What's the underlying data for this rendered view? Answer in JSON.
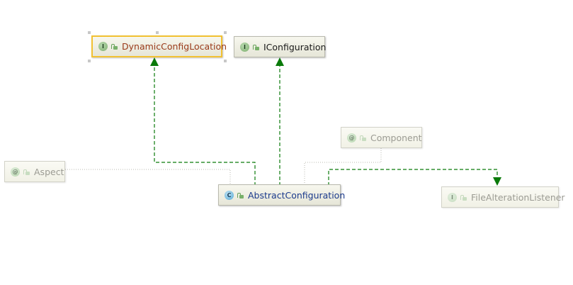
{
  "diagram": {
    "nodes": {
      "dynamic_config_location": {
        "kind": "interface",
        "badge": "I",
        "label": "DynamicConfigLocation",
        "selected": true
      },
      "iconfiguration": {
        "kind": "interface",
        "badge": "I",
        "label": "IConfiguration"
      },
      "component": {
        "kind": "annotation",
        "badge": "@",
        "label": "Component"
      },
      "aspect": {
        "kind": "annotation",
        "badge": "@",
        "label": "Aspect"
      },
      "abstract_configuration": {
        "kind": "class",
        "badge": "C",
        "label": "AbstractConfiguration"
      },
      "file_alteration_listener": {
        "kind": "interface",
        "badge": "I",
        "label": "FileAlterationListener"
      }
    },
    "edges": [
      {
        "from": "abstract_configuration",
        "to": "dynamic_config_location",
        "style": "implements"
      },
      {
        "from": "abstract_configuration",
        "to": "iconfiguration",
        "style": "implements"
      },
      {
        "from": "abstract_configuration",
        "to": "file_alteration_listener",
        "style": "implements"
      },
      {
        "from": "abstract_configuration",
        "to": "aspect",
        "style": "annotated-by"
      },
      {
        "from": "abstract_configuration",
        "to": "component",
        "style": "annotated-by"
      }
    ],
    "colors": {
      "implements_line": "#0a7a0a",
      "annotation_line": "#b8b8b0",
      "selection_border": "#f2c132"
    }
  }
}
